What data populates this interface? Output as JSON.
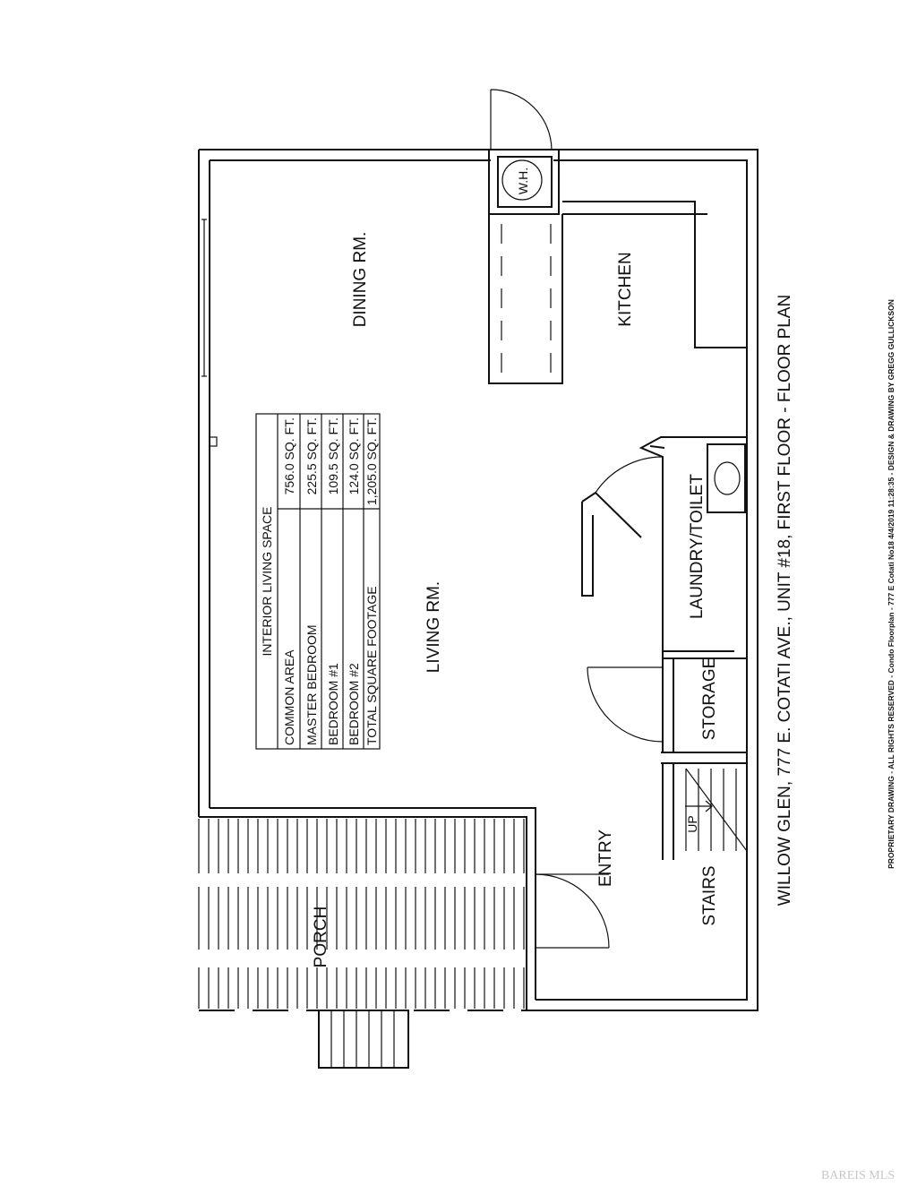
{
  "rooms": {
    "dining": "DINING RM.",
    "kitchen": "KITCHEN",
    "living": "LIVING RM.",
    "laundry": "LAUNDRY/TOILET",
    "storage": "STORAGE",
    "entry": "ENTRY",
    "stairs": "STAIRS",
    "porch": "PORCH",
    "water_heater": "W.H.",
    "up_arrow": "UP"
  },
  "table": {
    "title": "INTERIOR LIVING SPACE",
    "rows": [
      {
        "label": "COMMON AREA",
        "value": "756.0 SQ. FT."
      },
      {
        "label": "MASTER BEDROOM",
        "value": "225.5 SQ. FT."
      },
      {
        "label": "BEDROOM #1",
        "value": "109.5 SQ. FT."
      },
      {
        "label": "BEDROOM #2",
        "value": "124.0 SQ. FT."
      },
      {
        "label": "TOTAL SQUARE FOOTAGE",
        "value": "1,205.0 SQ. FT."
      }
    ]
  },
  "caption": "WILLOW GLEN, 777 E. COTATI AVE., UNIT #18, FIRST FLOOR - FLOOR PLAN",
  "credit": "PROPRIETARY DRAWING - ALL RIGHTS RESERVED - Condo Floorplan - 777 E Cotati No18 4/4/2019 11:28:35 - DESIGN & DRAWING BY GREGG GULLICKSON",
  "watermark": "BAREIS MLS"
}
